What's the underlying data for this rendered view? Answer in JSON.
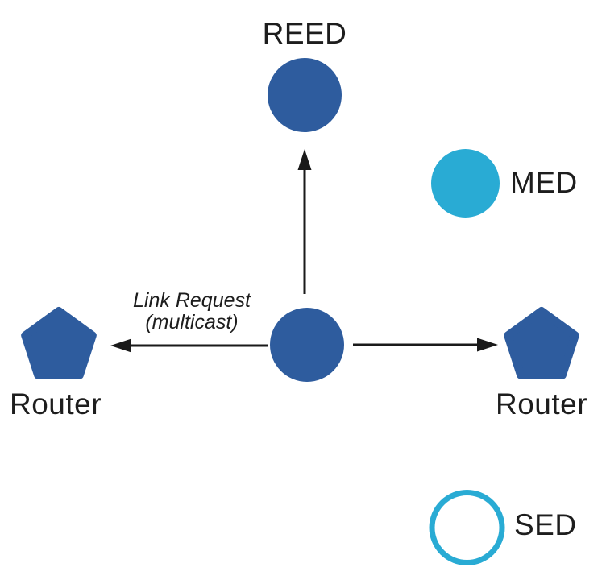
{
  "labels": {
    "reed": "REED",
    "med": "MED",
    "router_left": "Router",
    "router_right": "Router",
    "sed": "SED"
  },
  "annotation": {
    "line1": "Link Request",
    "line2": "(multicast)"
  },
  "colors": {
    "node_blue": "#2E5C9E",
    "node_cyan": "#29ABD4",
    "sed_ring": "#29ABD4",
    "arrow": "#1A1A1A",
    "background": "#FFFFFF"
  },
  "nodes": [
    {
      "id": "reed",
      "label": "REED",
      "shape": "filled-circle",
      "color": "blue"
    },
    {
      "id": "med",
      "label": "MED",
      "shape": "filled-circle",
      "color": "cyan"
    },
    {
      "id": "sender",
      "label": "",
      "shape": "filled-circle",
      "color": "blue"
    },
    {
      "id": "router-left",
      "label": "Router",
      "shape": "pentagon",
      "color": "blue"
    },
    {
      "id": "router-right",
      "label": "Router",
      "shape": "pentagon",
      "color": "blue"
    },
    {
      "id": "sed",
      "label": "SED",
      "shape": "outlined-circle",
      "color": "cyan"
    }
  ],
  "edges": [
    {
      "from": "sender",
      "to": "reed",
      "type": "arrow"
    },
    {
      "from": "sender",
      "to": "router-left",
      "type": "arrow",
      "label": "Link Request (multicast)"
    },
    {
      "from": "sender",
      "to": "router-right",
      "type": "arrow"
    }
  ]
}
